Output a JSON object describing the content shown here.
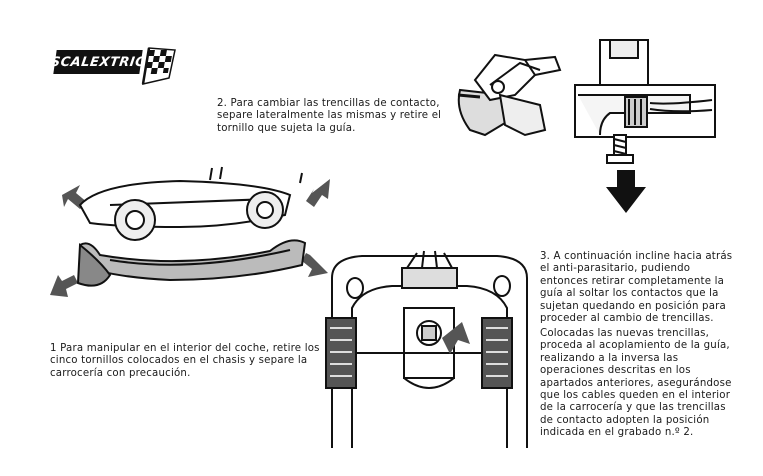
{
  "logo": {
    "text": "SCALEXTRIC"
  },
  "steps": {
    "step2": "2. Para cambiar las trencillas de contacto, separe lateralmente las mismas y retire el tornillo que sujeta la guía.",
    "step1": "1 Para   manipular en el interior del coche, retire los cinco tornillos colocados en el chasis y separe la carrocería con precaución.",
    "step3_p1": "3. A continuación incline hacia atrás el anti-parasitario, pudiendo entonces retirar completamente la guía al soltar los contactos que la sujetan quedando en posición para proceder al cambio de trencillas.",
    "step3_p2": "Colocadas las nuevas trencillas, proceda al acoplamiento de la guía, realizando a la inversa las operaciones descritas en los apartados anteriores, asegurándose que los cables queden en el interior de la carrocería y que las trencillas de contacto adopten la posición indicada en el grabado n.º 2."
  }
}
